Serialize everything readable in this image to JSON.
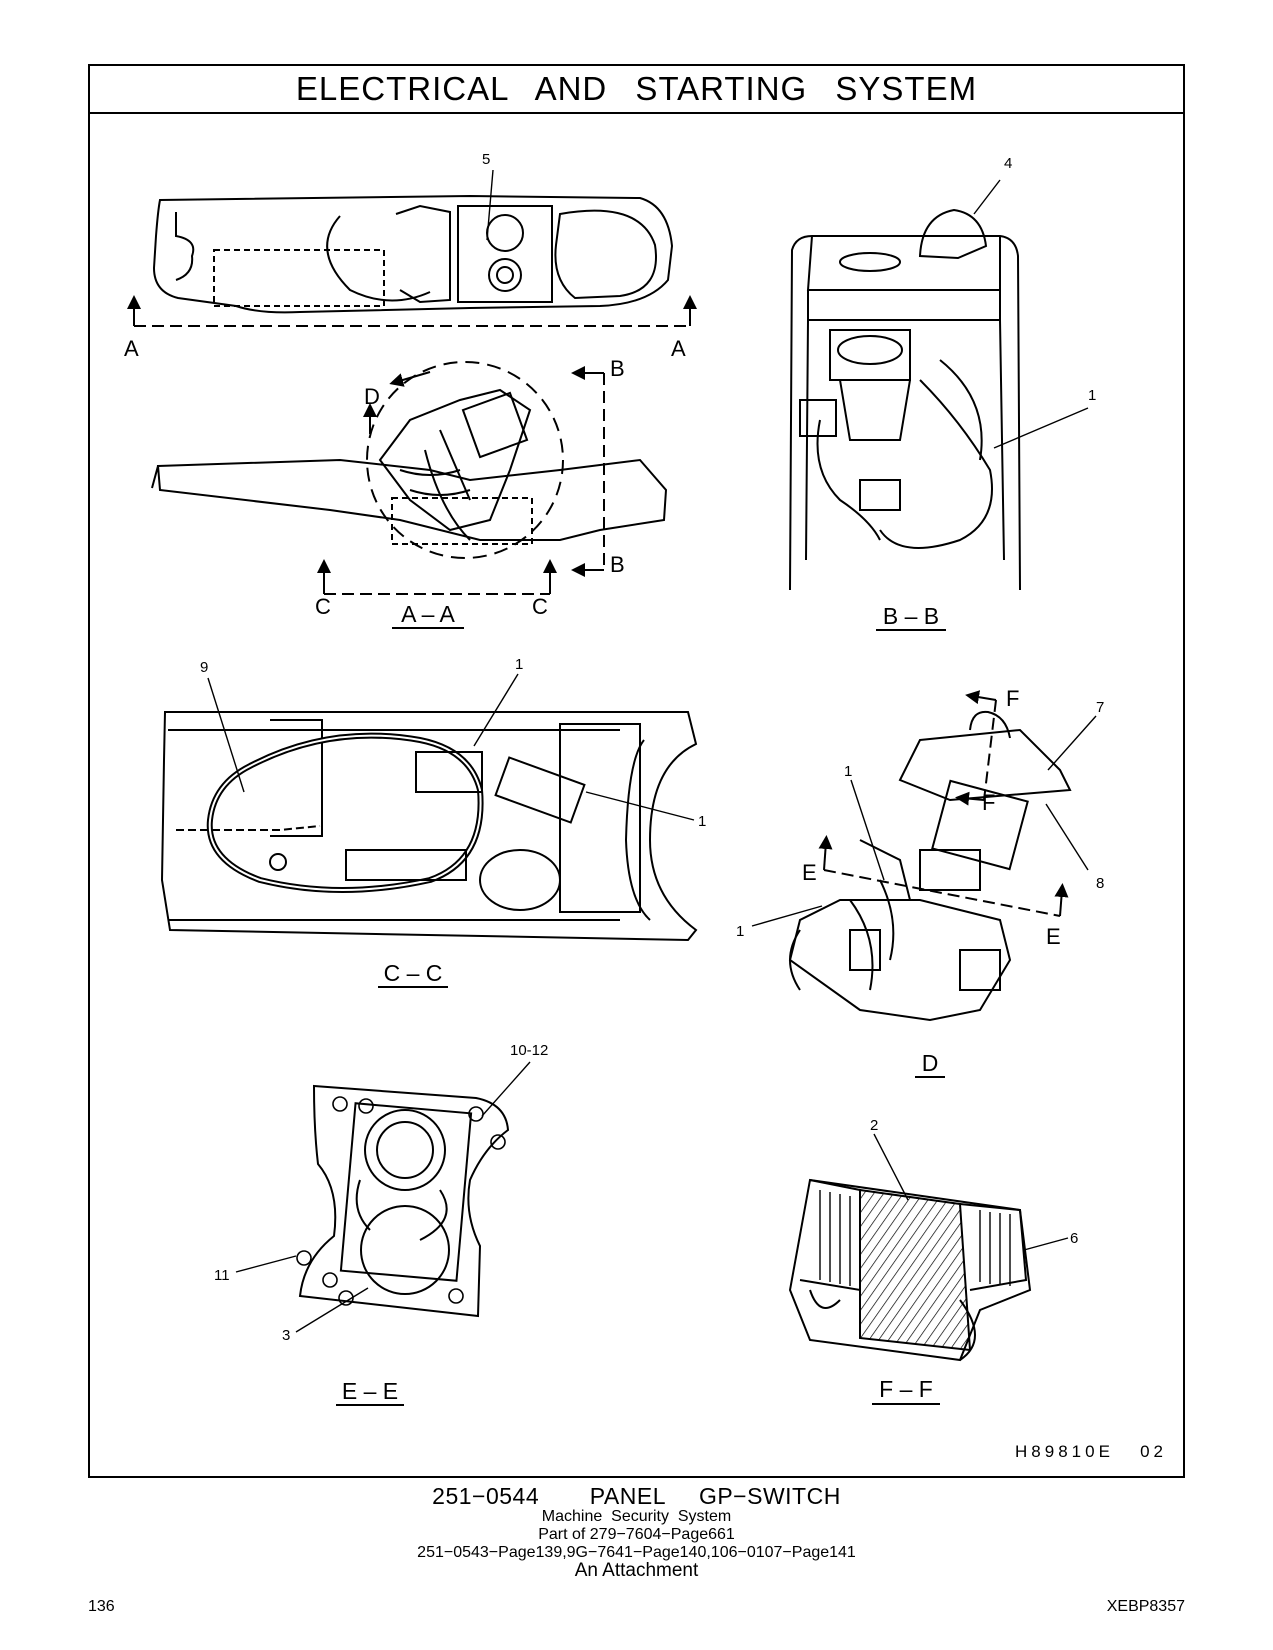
{
  "header": {
    "title": "ELECTRICAL AND STARTING SYSTEM"
  },
  "views": {
    "aa": "A – A",
    "bb": "B – B",
    "cc": "C – C",
    "d": "D",
    "ee": "E – E",
    "ff": "F – F"
  },
  "section_marks": {
    "a": "A",
    "b": "B",
    "c": "C",
    "d": "D",
    "e": "E",
    "f": "F"
  },
  "callouts": {
    "c1": "1",
    "c2": "2",
    "c3": "3",
    "c4": "4",
    "c5": "5",
    "c6": "6",
    "c7": "7",
    "c8": "8",
    "c9": "9",
    "c10_12": "10-12",
    "c11": "11"
  },
  "figure_code": "H89810E   02",
  "caption": {
    "title": "251−0544   PANEL  GP−SWITCH",
    "subtitle": "Machine  Security  System",
    "part_of": "Part of 279−7604−Page661",
    "refs": "251−0543−Page139,9G−7641−Page140,106−0107−Page141",
    "note": "An Attachment"
  },
  "footer": {
    "page_number": "136",
    "doc_number": "XEBP8357"
  }
}
